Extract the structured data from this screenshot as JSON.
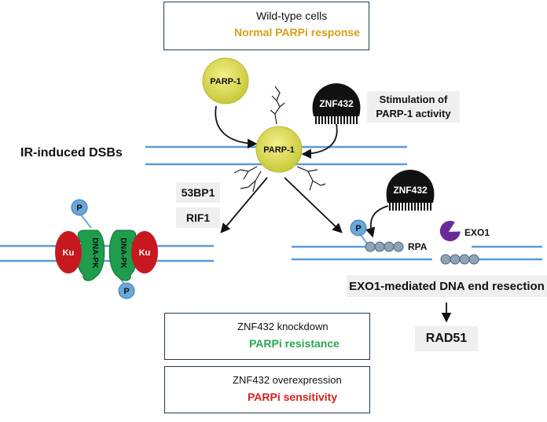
{
  "top_panel": {
    "line1": "Wild-type cells",
    "line2": "Normal PARPi response"
  },
  "parp1_free": "PARP-1",
  "parp1_bound": "PARP-1",
  "znf432_top": "ZNF432",
  "stimulation": {
    "line1": "Stimulation of",
    "line2": "PARP-1 activity"
  },
  "ir_label": "IR-induced DSBs",
  "b53bp1": "53BP1",
  "rif1": "RIF1",
  "ku_left": "Ku",
  "ku_right": "Ku",
  "dnapk_left": "DNA-PK",
  "dnapk_right": "DNA-PK",
  "p_label": "P",
  "znf432_right": "ZNF432",
  "exo1": "EXO1",
  "rpa": "RPA",
  "resection": "EXO1-mediated DNA end resection",
  "rad51": "RAD51",
  "knockdown": {
    "line1": "ZNF432 knockdown",
    "line2": "PARPi resistance"
  },
  "overexpression": {
    "line1": "ZNF432 overexpression",
    "line2": "PARPi sensitivity"
  },
  "colors": {
    "dna": "#5b9bd5",
    "parp_fill": "#d7d94a",
    "ku": "#d42027",
    "dnapk": "#1e9e4c",
    "p_fill": "#6aa8da",
    "exo1": "#6a2b9a",
    "rpa": "#8fa3b8"
  }
}
